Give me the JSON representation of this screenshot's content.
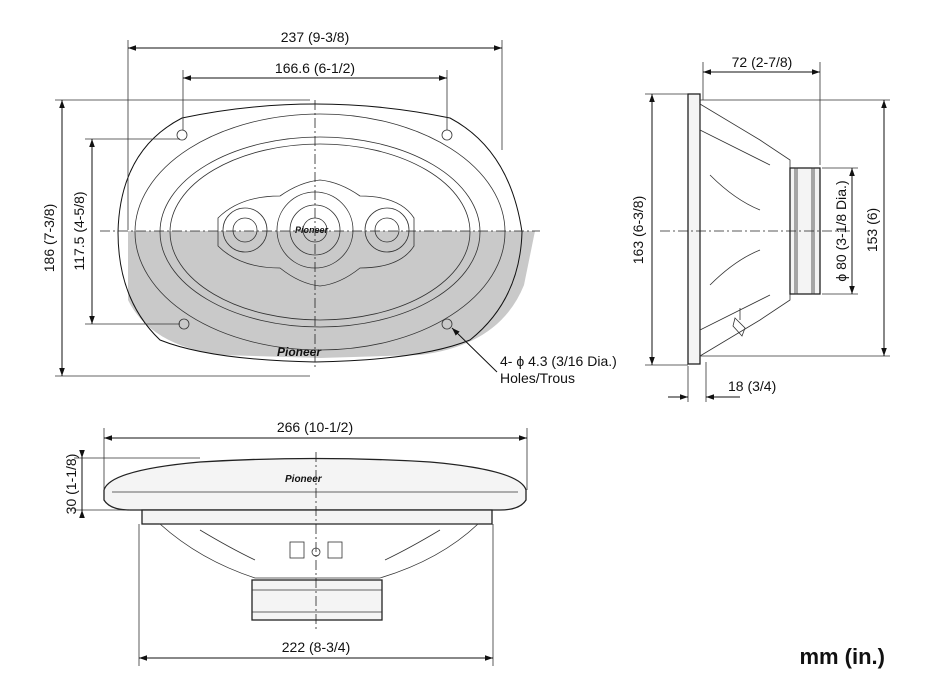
{
  "front_view": {
    "width_overall": "237 (9-3/8)",
    "hole_spacing": "166.6 (6-1/2)",
    "height_overall": "186 (7-3/8)",
    "hole_vertical": "117.5 (4-5/8)",
    "holes_line1": "4- ϕ 4.3 (3/16 Dia.)",
    "holes_line2": "Holes/Trous",
    "brand": "Pioneer"
  },
  "side_view": {
    "depth_total": "72 (2-7/8)",
    "height_outer": "163 (6-3/8)",
    "height_frame": "153 (6)",
    "magnet_dia": "ϕ 80 (3-1/8 Dia.)",
    "flange_depth": "18 (3/4)"
  },
  "bottom_view": {
    "width_overall": "266 (10-1/2)",
    "height": "30 (1-1/8)",
    "width_cutout": "222 (8-3/4)"
  },
  "units_label": "mm (in.)"
}
